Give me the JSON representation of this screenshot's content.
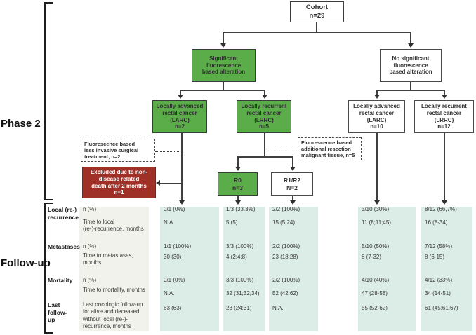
{
  "phase_labels": {
    "phase2": "Phase 2",
    "followup": "Follow-up"
  },
  "colors": {
    "green": "#5bad4a",
    "red": "#9e3028",
    "teal_column": "#dcece7",
    "beige_panel": "#f1f2eb"
  },
  "nodes": {
    "cohort": "Cohort\nn=29",
    "significant": "Significant\nfluorescence\nbased alteration",
    "no_significant": "No significant\nfluorescence\nbased alteration",
    "larc_fluorescence": "Locally advanced\nrectal cancer\n(LARC)\nn=2",
    "lrrc_fluorescence": "Locally recurrent\nrectal cancer\n(LRRC)\nn=5",
    "larc_no_fluorescence": "Locally advanced\nrectal cancer\n(LARC)\nn=10",
    "lrrc_no_fluorescence": "Locally recurrent\nrectal cancer\n(LRRC)\nn=12",
    "less_invasive_note": "Fluorescence based\nless invasive surgical\ntreatment, n=2",
    "excluded": "Excluded due to non-\ndisease related\ndeath after 2 months\nn=1",
    "additional_resection_note": "Fluorescence based\nadditional resection\nmalignant tissue, n=5",
    "r0": "R0\nn=3",
    "r1r2": "R1/R2\nN=2"
  },
  "table": {
    "categories": [
      {
        "label": "Local (re-)\nrecurrence"
      },
      {
        "label": "Metastases"
      },
      {
        "label": "Mortality"
      },
      {
        "label": "Last follow-\nup"
      }
    ],
    "rows": [
      {
        "label": "n (%)",
        "values": [
          "0/1 (0%)",
          "1/3 (33.3%)",
          "2/2 (100%)",
          "3/10 (30%)",
          "8/12 (66,7%)"
        ]
      },
      {
        "label": "Time to local\n(re-)-recurrence, months",
        "values": [
          "N.A.",
          "5 (5)",
          "15 (5;24)",
          "11 (8;11;45)",
          "16 (8-34)"
        ]
      },
      {
        "label": "n (%)",
        "values": [
          "1/1 (100%)",
          "3/3 (100%)",
          "2/2 (100%)",
          "5/10 (50%)",
          "7/12 (58%)"
        ]
      },
      {
        "label": "Time to metastases,\nmonths",
        "values": [
          "30 (30)",
          "4 (2;4;8)",
          "23 (18;28)",
          "8 (7-32)",
          "8 (6-15)"
        ]
      },
      {
        "label": "n (%)",
        "values": [
          "0/1 (0%)",
          "3/3 (100%)",
          "2/2 (100%)",
          "4/10 (40%)",
          "4/12 (33%)"
        ]
      },
      {
        "label": "Time to mortality, months",
        "values": [
          "N.A.",
          "32 (31;32;34)",
          "52 (42;62)",
          "47 (28-58)",
          "34 (14-51)"
        ]
      },
      {
        "label": "Last oncologic follow-up\nfor alive and deceased\nwithout local (re-)-\nrecurrence, months",
        "values": [
          "63 (63)",
          "28 (24;31)",
          "N.A.",
          "55 (52-62)",
          "61 (45;61;67)"
        ]
      }
    ]
  }
}
